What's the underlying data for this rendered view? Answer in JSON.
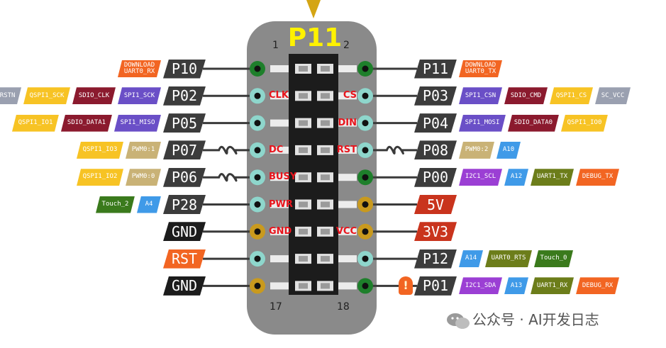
{
  "header": {
    "title": "P11",
    "pin_first_left": "1",
    "pin_first_right": "2",
    "pin_last_left": "17",
    "pin_last_right": "18"
  },
  "watermark": {
    "text": "公众号 · AI开发日志"
  },
  "colors": {
    "header_body": "#8a8a8a",
    "connector": "#1c1c1c",
    "pin_gray": "#3c3c3c",
    "orange": "#f26522",
    "purple": "#6a4fc7",
    "dark_red": "#8b1a2e",
    "light_gray": "#9aa0b0",
    "yellow": "#f7c324",
    "khaki": "#c9b276",
    "blue": "#3f9ae8",
    "green": "#3a7a1c",
    "olive": "#6c7d1a",
    "violet": "#9b3fd4",
    "red_pin": "#c9341d",
    "black_pin": "#1c1c1c",
    "hole_green": "#1e7f2b",
    "hole_teal": "#8ed6cc",
    "hole_gold": "#c99a1e",
    "signal_red": "#e8141c"
  },
  "left_rows": [
    {
      "pin": "P10",
      "pin_color": "#3c3c3c",
      "hole": "#1e7f2b",
      "signal": "",
      "wavy": false,
      "tags": [
        {
          "text": "DOWNLOAD\nUART0_RX",
          "color": "#f26522"
        }
      ]
    },
    {
      "pin": "P02",
      "pin_color": "#3c3c3c",
      "hole": "#8ed6cc",
      "signal": "CLK",
      "wavy": false,
      "tags": [
        {
          "text": "SC_RSTN",
          "color": "#9aa0b0"
        },
        {
          "text": "QSPI1_SCK",
          "color": "#f7c324"
        },
        {
          "text": "SDIO_CLK",
          "color": "#8b1a2e"
        },
        {
          "text": "SPI1_SCK",
          "color": "#6a4fc7"
        }
      ]
    },
    {
      "pin": "P05",
      "pin_color": "#3c3c3c",
      "hole": "#8ed6cc",
      "signal": "",
      "wavy": false,
      "tags": [
        {
          "text": "QSPI1_IO1",
          "color": "#f7c324"
        },
        {
          "text": "SDIO_DATA1",
          "color": "#8b1a2e"
        },
        {
          "text": "SPI1_MISO",
          "color": "#6a4fc7"
        }
      ]
    },
    {
      "pin": "P07",
      "pin_color": "#3c3c3c",
      "hole": "#8ed6cc",
      "signal": "DC",
      "wavy": true,
      "tags": [
        {
          "text": "QSPI1_IO3",
          "color": "#f7c324"
        },
        {
          "text": "PWM0:1",
          "color": "#c9b276"
        }
      ]
    },
    {
      "pin": "P06",
      "pin_color": "#3c3c3c",
      "hole": "#8ed6cc",
      "signal": "BUSY",
      "wavy": true,
      "tags": [
        {
          "text": "QSPI1_IO2",
          "color": "#f7c324"
        },
        {
          "text": "PWM0:0",
          "color": "#c9b276"
        }
      ]
    },
    {
      "pin": "P28",
      "pin_color": "#3c3c3c",
      "hole": "#8ed6cc",
      "signal": "PWR",
      "wavy": false,
      "tags": [
        {
          "text": "Touch_2",
          "color": "#3a7a1c"
        },
        {
          "text": "A4",
          "color": "#3f9ae8"
        }
      ]
    },
    {
      "pin": "GND",
      "pin_color": "#1c1c1c",
      "hole": "#c99a1e",
      "signal": "GND",
      "wavy": false,
      "tags": []
    },
    {
      "pin": "RST",
      "pin_color": "#f26522",
      "hole": "#8ed6cc",
      "signal": "",
      "wavy": false,
      "tags": []
    },
    {
      "pin": "GND",
      "pin_color": "#1c1c1c",
      "hole": "#c99a1e",
      "signal": "",
      "wavy": false,
      "tags": []
    }
  ],
  "right_rows": [
    {
      "pin": "P11",
      "pin_color": "#3c3c3c",
      "hole": "#1e7f2b",
      "signal": "",
      "wavy": false,
      "tags": [
        {
          "text": "DOWNLOAD\nUART0_TX",
          "color": "#f26522"
        }
      ]
    },
    {
      "pin": "P03",
      "pin_color": "#3c3c3c",
      "hole": "#8ed6cc",
      "signal": "CS",
      "wavy": false,
      "tags": [
        {
          "text": "SPI1_CSN",
          "color": "#6a4fc7"
        },
        {
          "text": "SDIO_CMD",
          "color": "#8b1a2e"
        },
        {
          "text": "QSPI1_CS",
          "color": "#f7c324"
        },
        {
          "text": "SC_VCC",
          "color": "#9aa0b0"
        }
      ]
    },
    {
      "pin": "P04",
      "pin_color": "#3c3c3c",
      "hole": "#8ed6cc",
      "signal": "DIN",
      "wavy": false,
      "tags": [
        {
          "text": "SPI1_MOSI",
          "color": "#6a4fc7"
        },
        {
          "text": "SDIO_DATA0",
          "color": "#8b1a2e"
        },
        {
          "text": "QSPI1_IO0",
          "color": "#f7c324"
        }
      ]
    },
    {
      "pin": "P08",
      "pin_color": "#3c3c3c",
      "hole": "#8ed6cc",
      "signal": "RST",
      "wavy": true,
      "tags": [
        {
          "text": "PWM0:2",
          "color": "#c9b276"
        },
        {
          "text": "A10",
          "color": "#3f9ae8"
        }
      ]
    },
    {
      "pin": "P00",
      "pin_color": "#3c3c3c",
      "hole": "#1e7f2b",
      "signal": "",
      "wavy": false,
      "tags": [
        {
          "text": "I2C1_SCL",
          "color": "#9b3fd4"
        },
        {
          "text": "A12",
          "color": "#3f9ae8"
        },
        {
          "text": "UART1_TX",
          "color": "#6c7d1a"
        },
        {
          "text": "DEBUG_TX",
          "color": "#f26522"
        }
      ]
    },
    {
      "pin": "5V",
      "pin_color": "#c9341d",
      "hole": "#c99a1e",
      "signal": "",
      "wavy": false,
      "tags": []
    },
    {
      "pin": "3V3",
      "pin_color": "#c9341d",
      "hole": "#c99a1e",
      "signal": "VCC",
      "wavy": false,
      "tags": []
    },
    {
      "pin": "P12",
      "pin_color": "#3c3c3c",
      "hole": "#8ed6cc",
      "signal": "",
      "wavy": false,
      "tags": [
        {
          "text": "A14",
          "color": "#3f9ae8"
        },
        {
          "text": "UART0_RTS",
          "color": "#6c7d1a"
        },
        {
          "text": "Touch_0",
          "color": "#3a7a1c"
        }
      ]
    },
    {
      "pin": "P01",
      "pin_color": "#3c3c3c",
      "hole": "#1e7f2b",
      "signal": "",
      "wavy": false,
      "warning": true,
      "tags": [
        {
          "text": "I2C1_SDA",
          "color": "#9b3fd4"
        },
        {
          "text": "A13",
          "color": "#3f9ae8"
        },
        {
          "text": "UART1_RX",
          "color": "#6c7d1a"
        },
        {
          "text": "DEBUG_RX",
          "color": "#f26522"
        }
      ]
    }
  ]
}
